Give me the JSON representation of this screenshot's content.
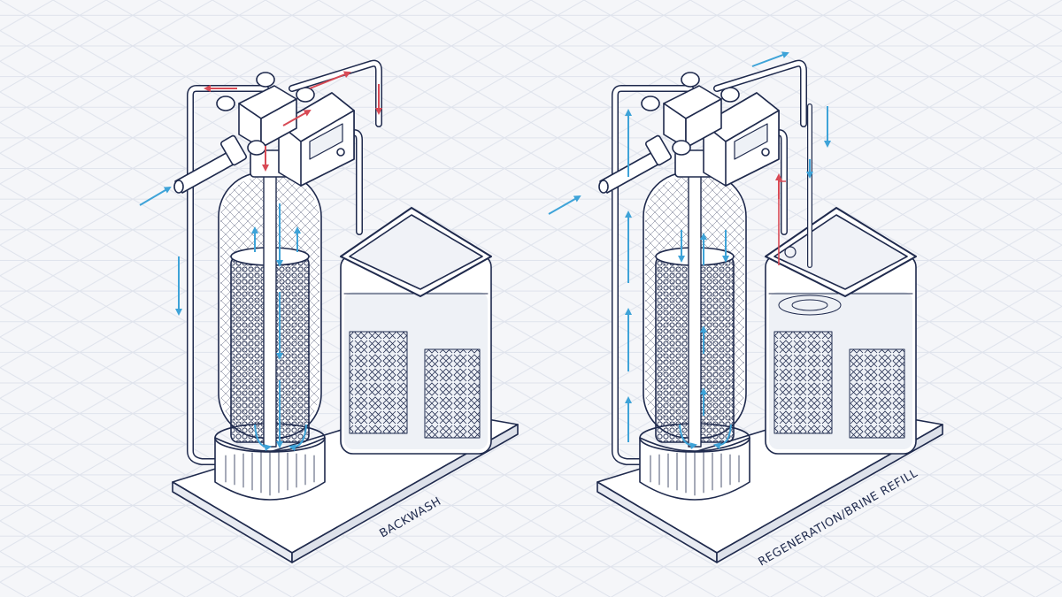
{
  "labels": {
    "left": "BACKWASH",
    "right": "REGENERATION/BRINE REFILL"
  },
  "colors": {
    "background": "#f5f6f9",
    "grid": "#dfe3ec",
    "line": "#1f2a4d",
    "water_flow": "#3ea3d8",
    "brine_flow": "#d84a55",
    "brine_water": "#eef1f6"
  },
  "icons": [
    "flow-arrow-blue",
    "flow-arrow-red"
  ]
}
